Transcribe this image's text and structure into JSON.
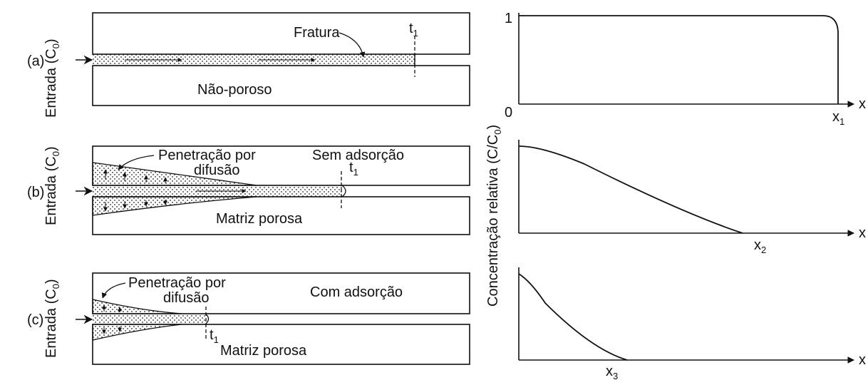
{
  "panels": [
    {
      "tag": "(a)",
      "entrada": "Entrada (C",
      "entrada_sub": "0",
      "entrada_close": ")",
      "t_label": "t",
      "t_sub": "1",
      "annotations": [
        "Fratura"
      ],
      "lower_label": "Não-poroso"
    },
    {
      "tag": "(b)",
      "entrada": "Entrada (C",
      "entrada_sub": "0",
      "entrada_close": ")",
      "t_label": "t",
      "t_sub": "1",
      "annotations": [
        "Penetração por",
        "difusão",
        "Sem adsorção"
      ],
      "lower_label": "Matriz porosa"
    },
    {
      "tag": "(c)",
      "entrada": "Entrada (C",
      "entrada_sub": "0",
      "entrada_close": ")",
      "t_label": "t",
      "t_sub": "1",
      "annotations": [
        "Penetração por",
        "difusão",
        "Com adsorção"
      ],
      "lower_label": "Matriz porosa"
    }
  ],
  "plots": {
    "ylabel": "Concentração relativa (C/C",
    "ylabel_sub": "0",
    "ylabel_close": ")",
    "y_tick_one": "1",
    "origin": "0",
    "x_axis_label": "x",
    "x_markers": [
      {
        "label": "x",
        "sub": "1"
      },
      {
        "label": "x",
        "sub": "2"
      },
      {
        "label": "x",
        "sub": "3"
      }
    ]
  }
}
